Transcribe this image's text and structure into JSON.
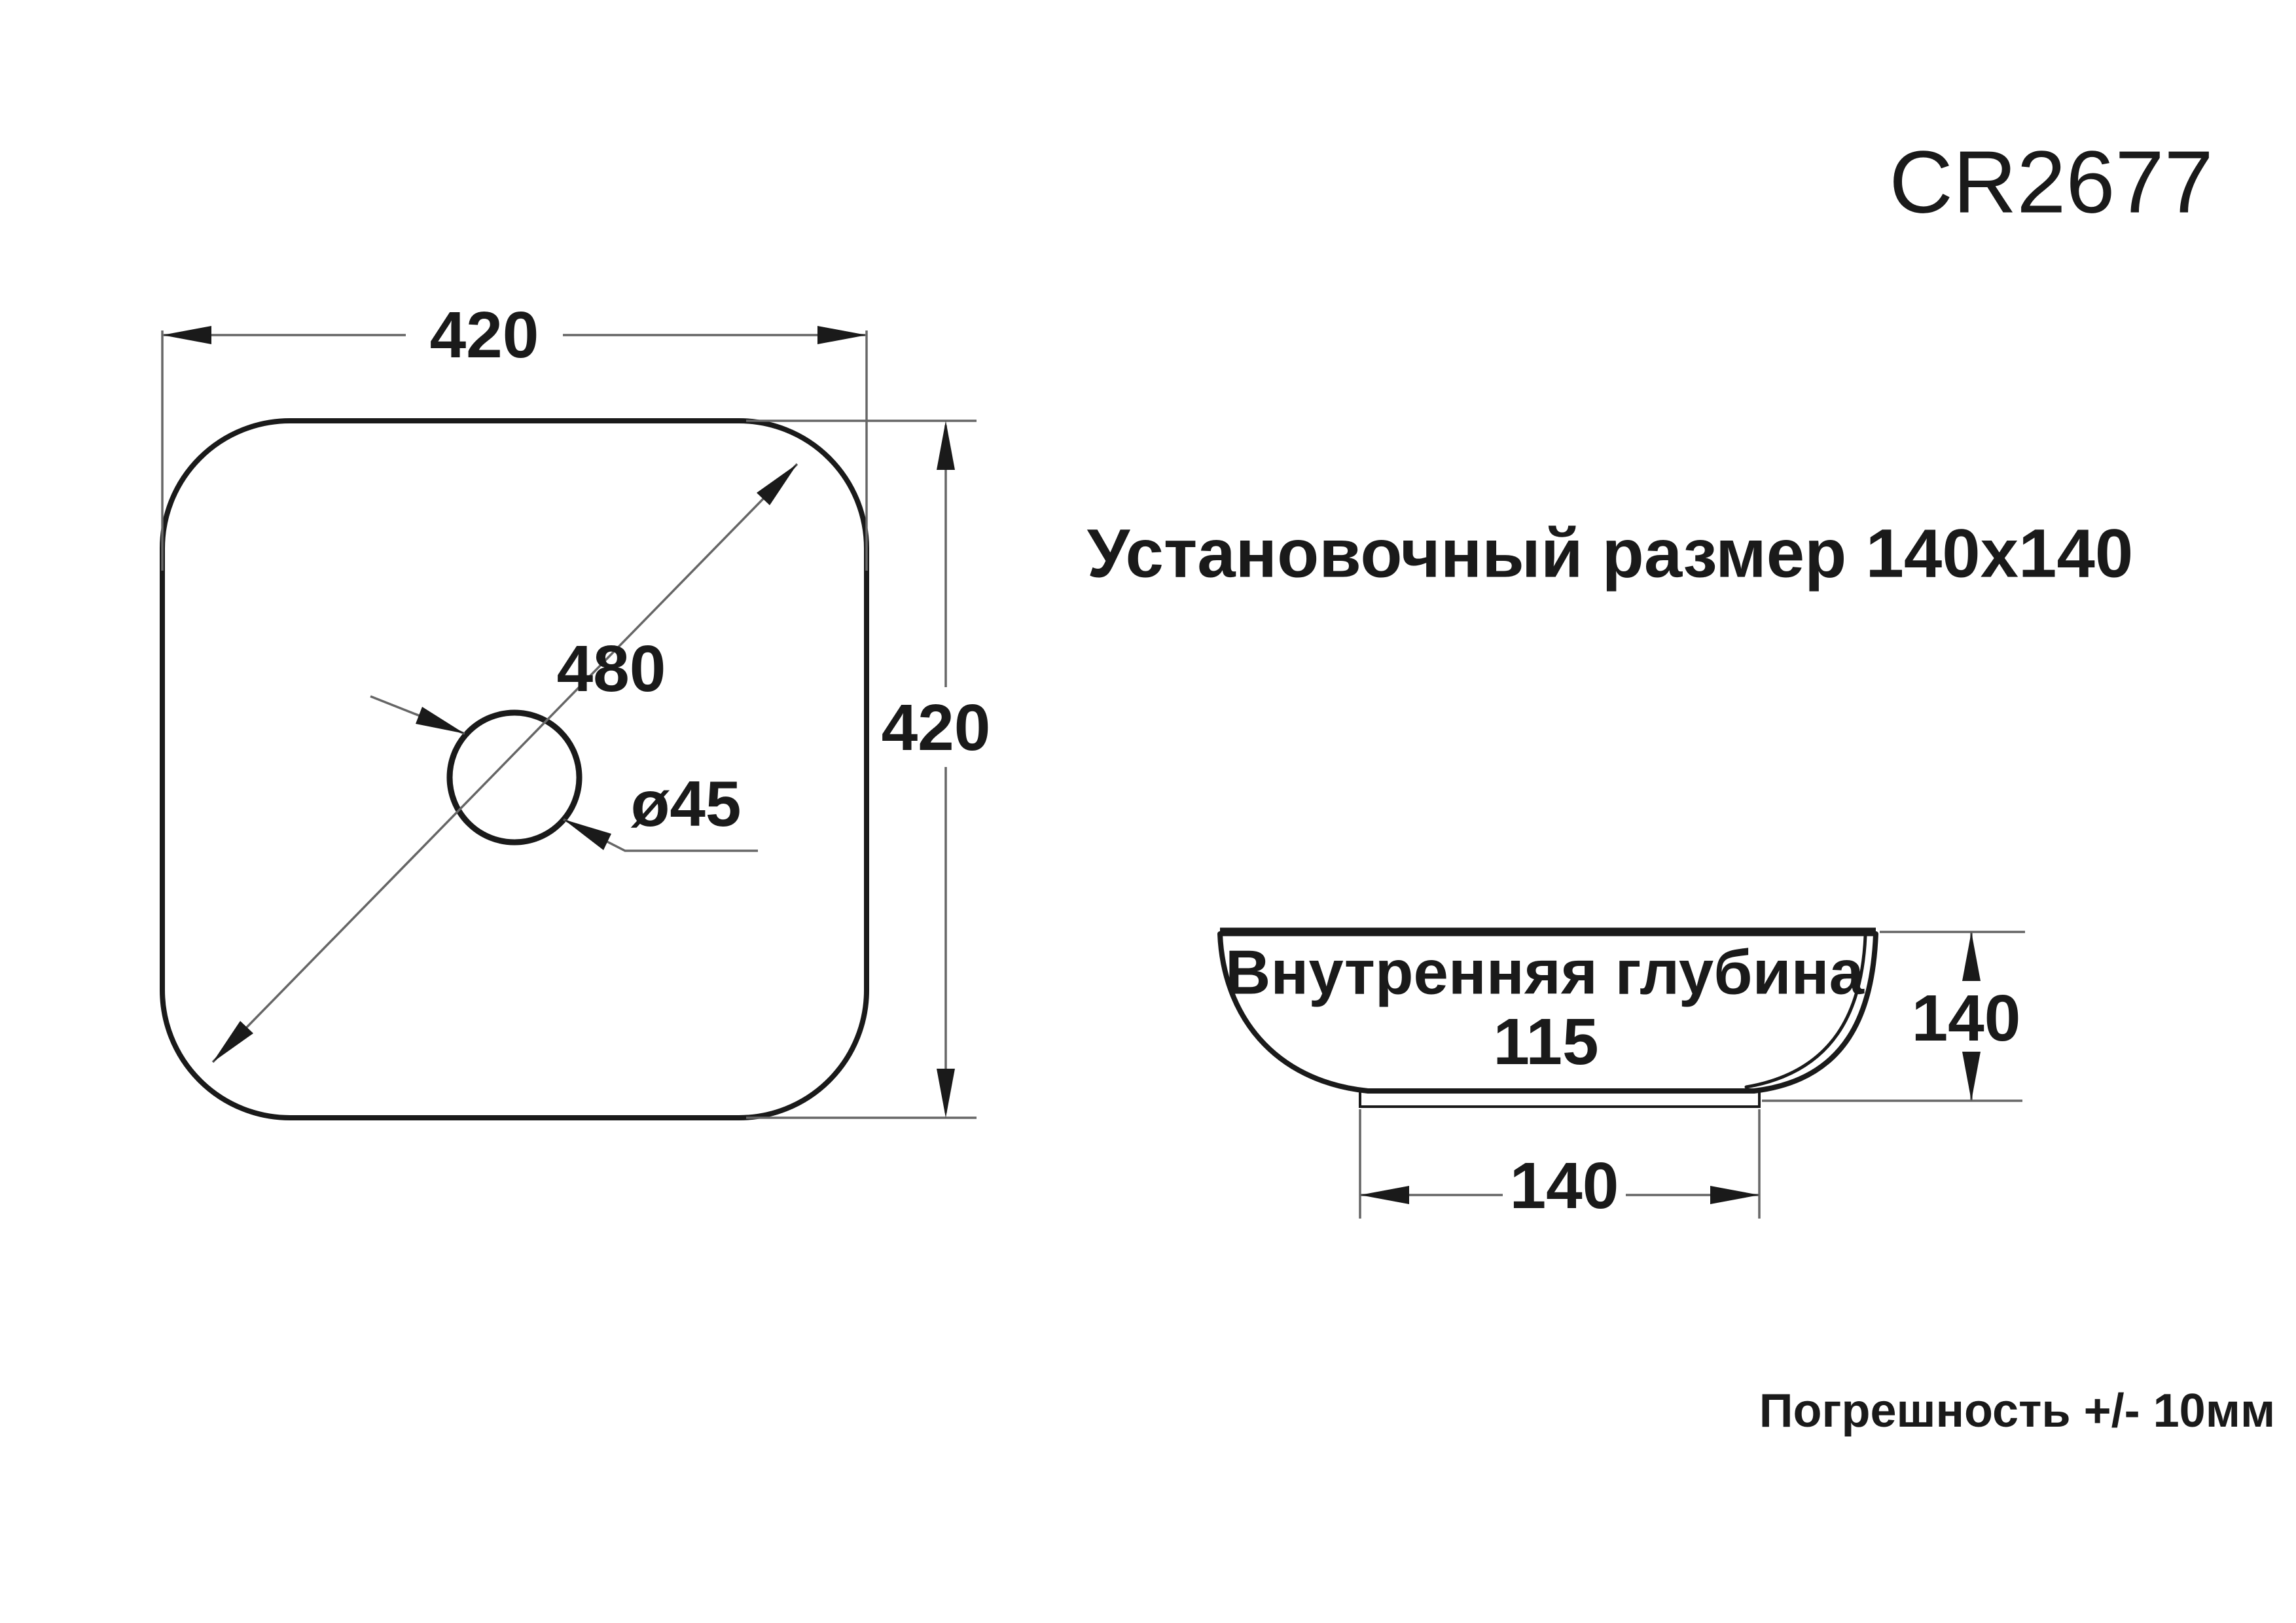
{
  "colors": {
    "background": "#ffffff",
    "ink": "#1a1a1a",
    "dim_line": "#666666"
  },
  "title": "CR2677",
  "installation_note": "Установочный размер 140x140",
  "tolerance_note": "Погрешность +/- 10мм",
  "top_view": {
    "width": "420",
    "height": "420",
    "diagonal": "480",
    "drain_diameter": "ø45"
  },
  "side_view": {
    "inner_depth_label": "Внутренняя глубина",
    "inner_depth_value": "115",
    "height": "140",
    "base_width": "140"
  }
}
